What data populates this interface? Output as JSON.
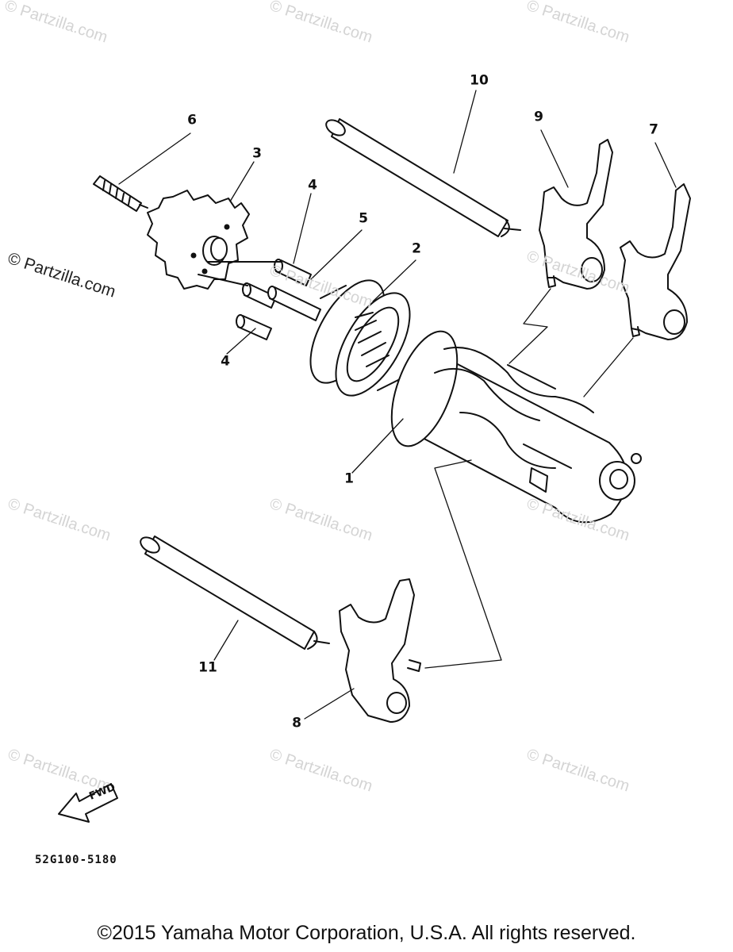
{
  "callouts": {
    "c1": "1",
    "c2": "2",
    "c3": "3",
    "c4a": "4",
    "c4b": "4",
    "c5": "5",
    "c6": "6",
    "c7": "7",
    "c8": "8",
    "c9": "9",
    "c10": "10",
    "c11": "11"
  },
  "watermark": "© Partzilla.com",
  "fwd_label": "FWD",
  "diagram_code": "52G100-5180",
  "copyright": "©2015  Yamaha Motor Corporation, U.S.A. All rights reserved."
}
